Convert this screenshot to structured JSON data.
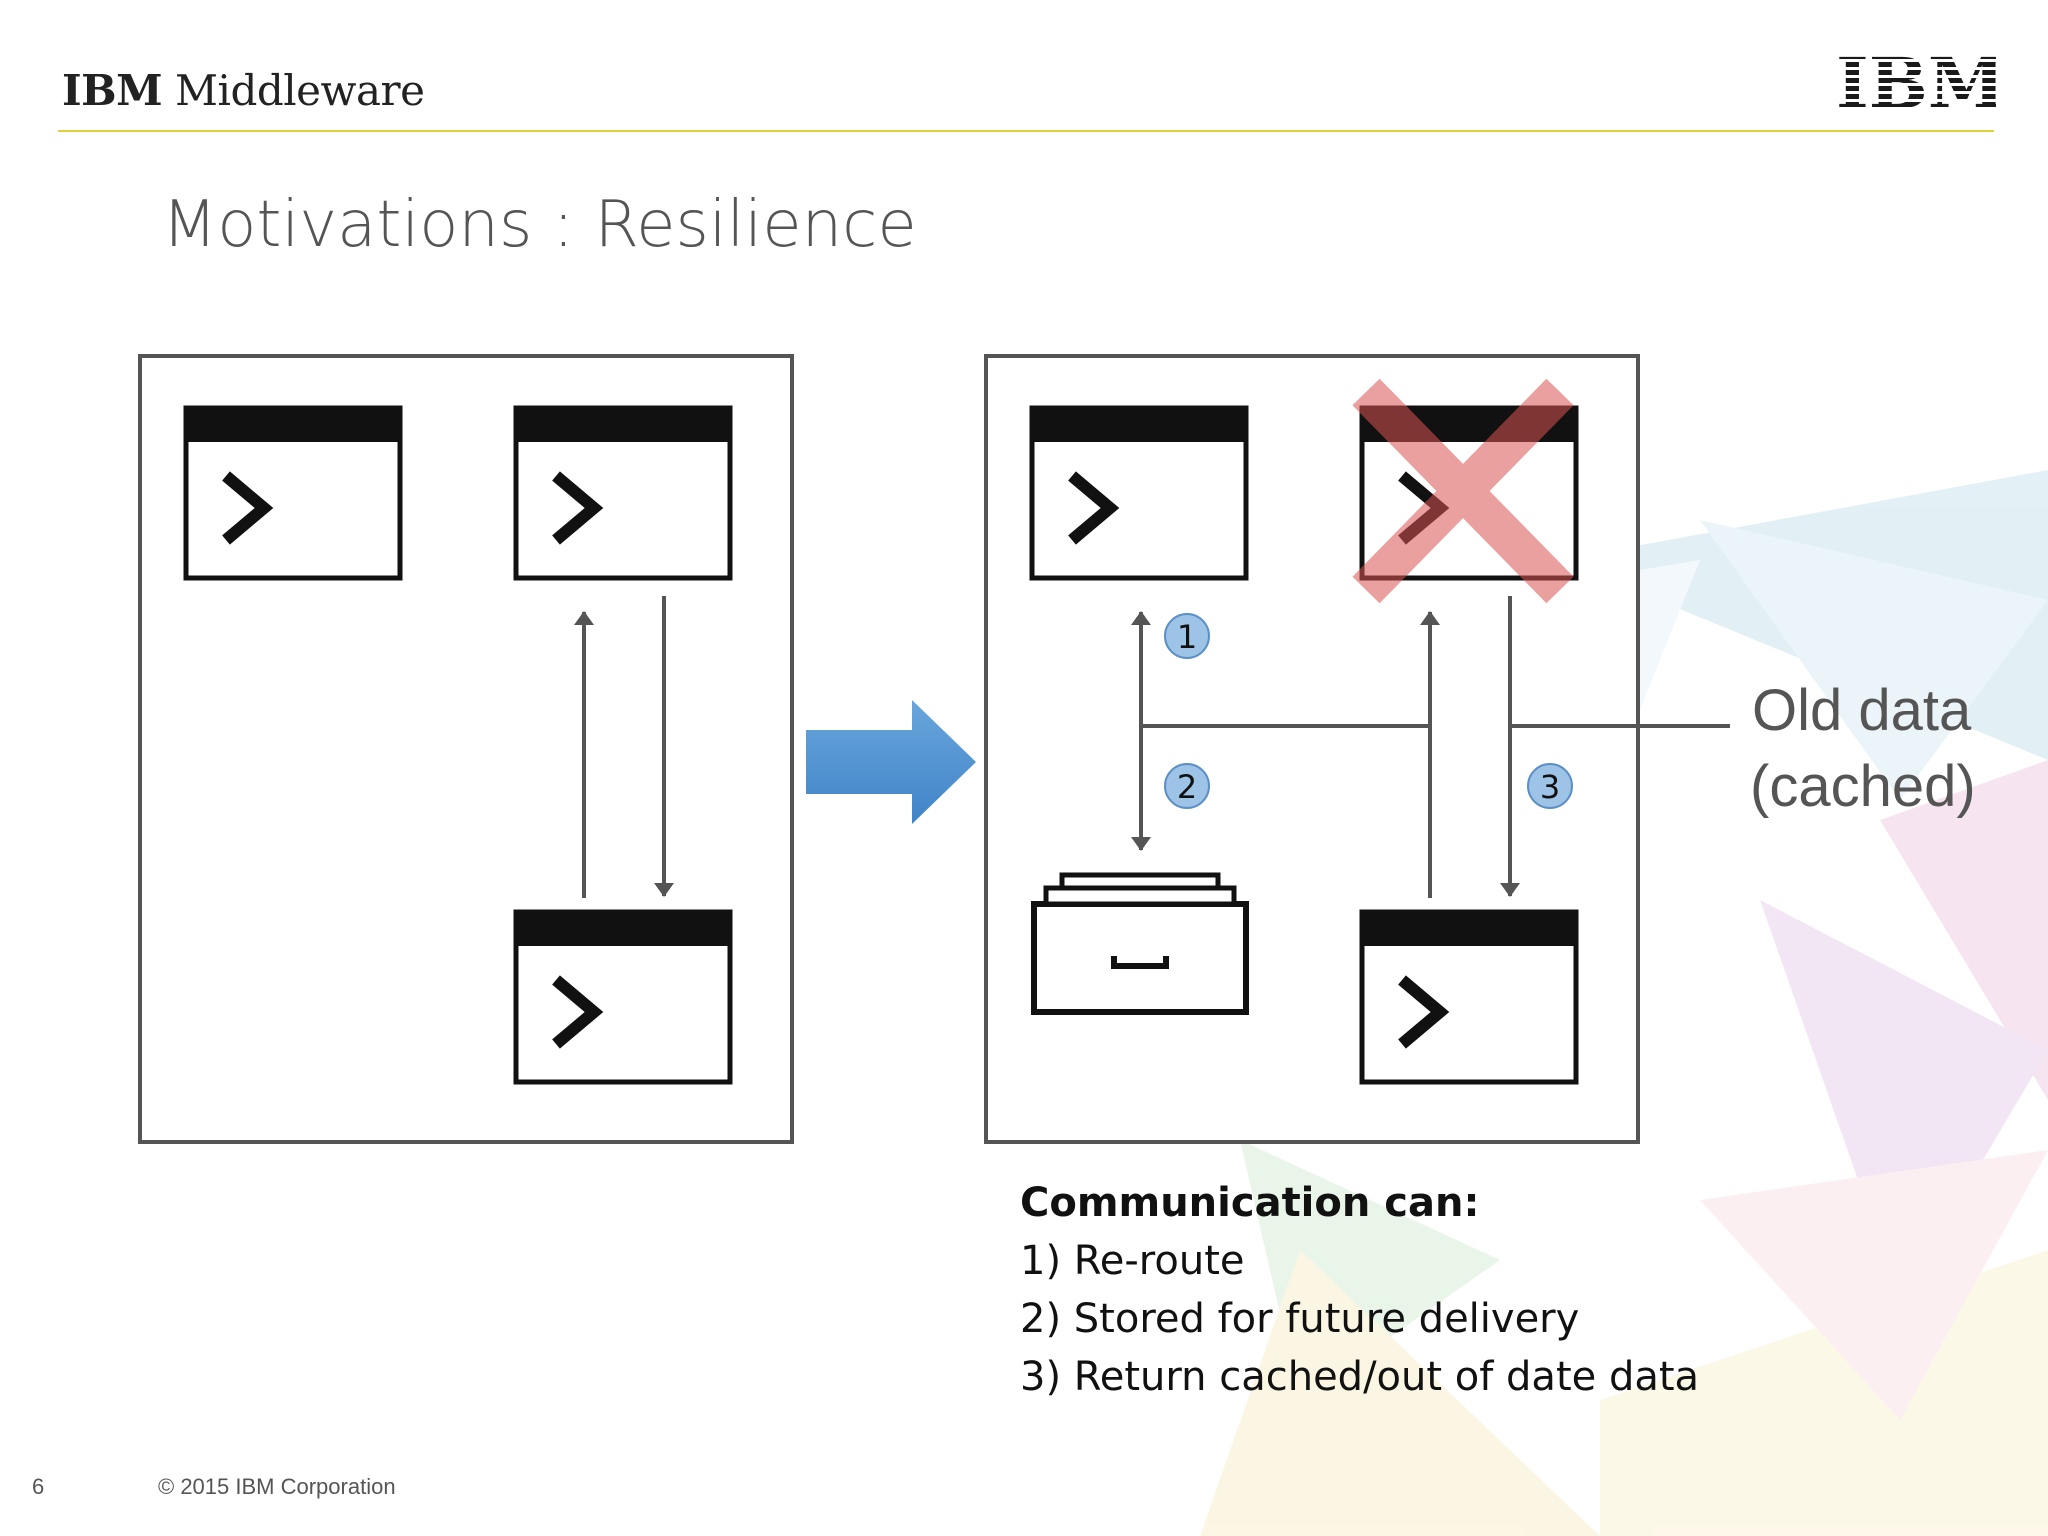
{
  "header": {
    "brand_bold": "IBM",
    "brand_rest": "Middleware",
    "logo_text": "IBM."
  },
  "slide": {
    "title": "Motivations : Resilience"
  },
  "diagram": {
    "badges": [
      "1",
      "2",
      "3"
    ],
    "annotation_line1": "Old data",
    "annotation_line2": "(cached)",
    "colors": {
      "arrow_blue": "#5b9bd5",
      "badge_fill": "#9dc3e6",
      "failure_x": "#e06666",
      "box_border": "#555555"
    },
    "icons": [
      "terminal-window-icon",
      "file-drawer-icon",
      "failure-x-icon",
      "right-arrow-icon"
    ]
  },
  "caption": {
    "heading": "Communication can:",
    "items": [
      "1) Re-route",
      "2) Stored for future delivery",
      "3) Return cached/out of date data"
    ]
  },
  "footer": {
    "page_number": "6",
    "copyright": "© 2015 IBM Corporation"
  }
}
